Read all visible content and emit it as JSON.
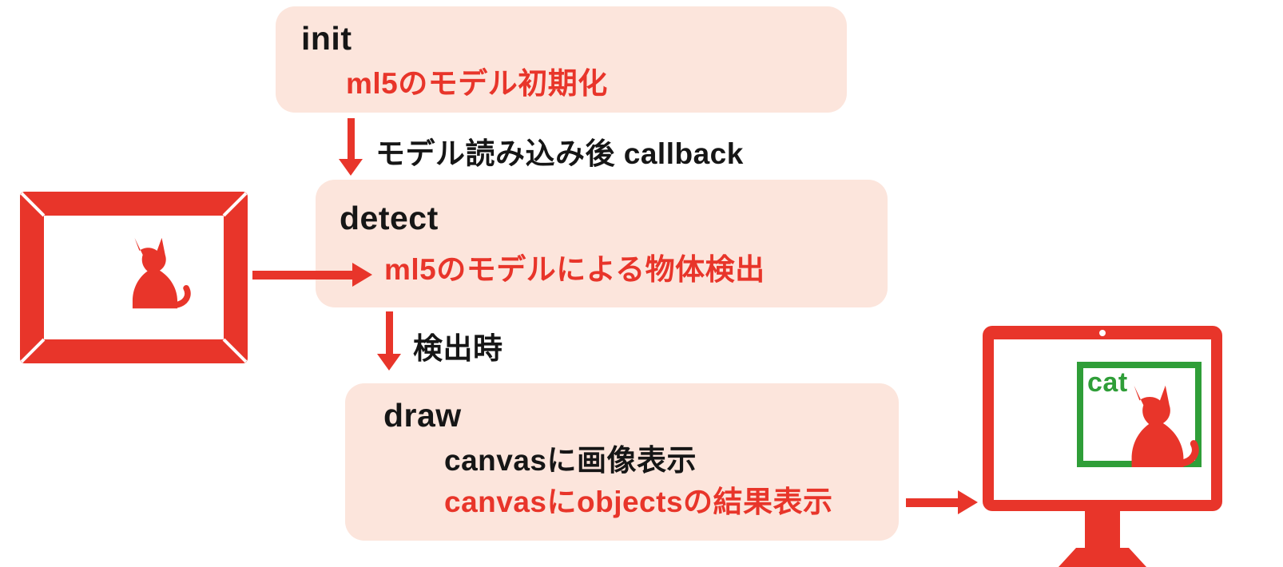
{
  "colors": {
    "box_background": "#fce5dc",
    "accent_red": "#e8352a",
    "detection_green": "#2f9e38",
    "text_black": "#161616"
  },
  "flow": {
    "init": {
      "title": "init",
      "detail": "ml5のモデル初期化"
    },
    "callback_label": "モデル読み込み後 callback",
    "detect": {
      "title": "detect",
      "detail": "ml5のモデルによる物体検出"
    },
    "detect_event_label": "検出時",
    "draw": {
      "title": "draw",
      "line1": "canvasに画像表示",
      "line2": "canvasにobjectsの結果表示"
    },
    "detection_result_label": "cat"
  },
  "icons": {
    "input_image": "picture-frame-with-cat-icon",
    "input_to_detect": "right-arrow-icon",
    "callback": "down-arrow-icon",
    "detect_event": "down-arrow-icon",
    "draw_to_output": "right-arrow-icon",
    "output_display": "monitor-with-detection-icon"
  }
}
